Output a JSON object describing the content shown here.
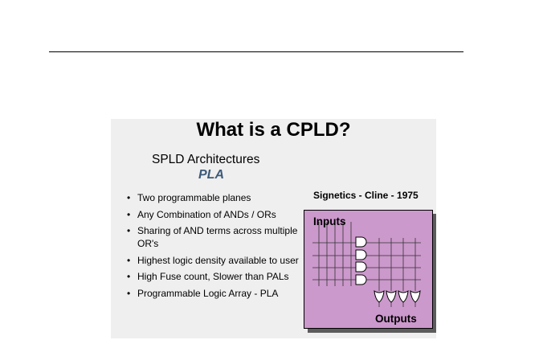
{
  "slide": {
    "title": "What is a CPLD?",
    "subtitle": "SPLD Architectures",
    "subtitle2": "PLA",
    "bullets": [
      "Two programmable planes",
      "Any Combination of ANDs / ORs",
      "Sharing of AND terms across multiple OR's",
      "Highest logic density available to user",
      "High Fuse count, Slower than PALs",
      "Programmable Logic Array - PLA"
    ],
    "figure": {
      "caption": "Signetics - Cline - 1975",
      "inputs_label": "Inputs",
      "outputs_label": "Outputs"
    }
  },
  "colors": {
    "box_fill": "#cc99cc",
    "gate_fill": "#ffffff",
    "subtitle2": "#3d5a7a",
    "slide_bg": "#efefef"
  },
  "icons": [
    "and-gate-icon",
    "or-gate-icon"
  ]
}
